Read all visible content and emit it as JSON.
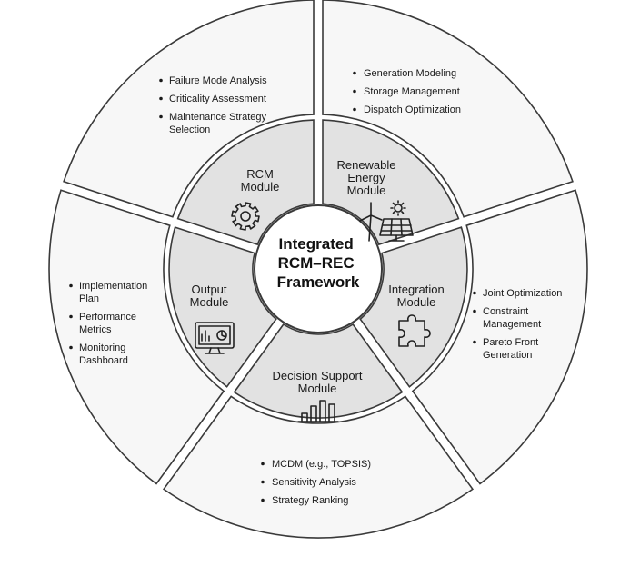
{
  "hub": {
    "title_lines": [
      "Integrated",
      "RCM–REC",
      "Framework"
    ]
  },
  "modules": [
    {
      "id": "rcm",
      "label_lines": [
        "RCM",
        "Module"
      ],
      "icon": "gear-icon",
      "bullets": [
        [
          "Failure Mode Analysis"
        ],
        [
          "Criticality Assessment"
        ],
        [
          "Maintenance Strategy",
          "Selection"
        ]
      ]
    },
    {
      "id": "renewable",
      "label_lines": [
        "Renewable",
        "Energy",
        "Module"
      ],
      "icon": "wind-solar-icon",
      "bullets": [
        [
          "Generation Modeling"
        ],
        [
          "Storage Management"
        ],
        [
          "Dispatch Optimization"
        ]
      ]
    },
    {
      "id": "integration",
      "label_lines": [
        "Integration",
        "Module"
      ],
      "icon": "puzzle-icon",
      "bullets": [
        [
          "Joint Optimization"
        ],
        [
          "Constraint",
          "Management"
        ],
        [
          "Pareto Front",
          "Generation"
        ]
      ]
    },
    {
      "id": "decision",
      "label_lines": [
        "Decision Support",
        "Module"
      ],
      "icon": "bar-chart-icon",
      "bullets": [
        [
          "MCDM (e.g., TOPSIS)"
        ],
        [
          "Sensitivity Analysis"
        ],
        [
          "Strategy Ranking"
        ]
      ]
    },
    {
      "id": "output",
      "label_lines": [
        "Output",
        "Module"
      ],
      "icon": "monitor-dashboard-icon",
      "bullets": [
        [
          "Implementation",
          "Plan"
        ],
        [
          "Performance",
          "Metrics"
        ],
        [
          "Monitoring",
          "Dashboard"
        ]
      ]
    }
  ]
}
